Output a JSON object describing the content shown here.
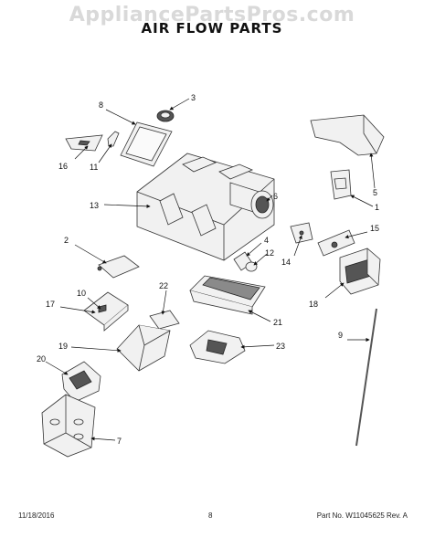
{
  "watermark": "AppliancePartsPros.com",
  "title": "AIR FLOW PARTS",
  "footer": {
    "date": "11/18/2016",
    "page": "8",
    "part_number": "Part No. W11045625  Rev. A"
  },
  "callouts": {
    "c1": "1",
    "c2": "2",
    "c3": "3",
    "c4": "4",
    "c5": "5",
    "c6": "6",
    "c7": "7",
    "c8": "8",
    "c9": "9",
    "c10": "10",
    "c11": "11",
    "c12": "12",
    "c13": "13",
    "c14": "14",
    "c15": "15",
    "c16": "16",
    "c17": "17",
    "c18": "18",
    "c19": "19",
    "c20": "20",
    "c21": "21",
    "c22": "22",
    "c23": "23"
  }
}
